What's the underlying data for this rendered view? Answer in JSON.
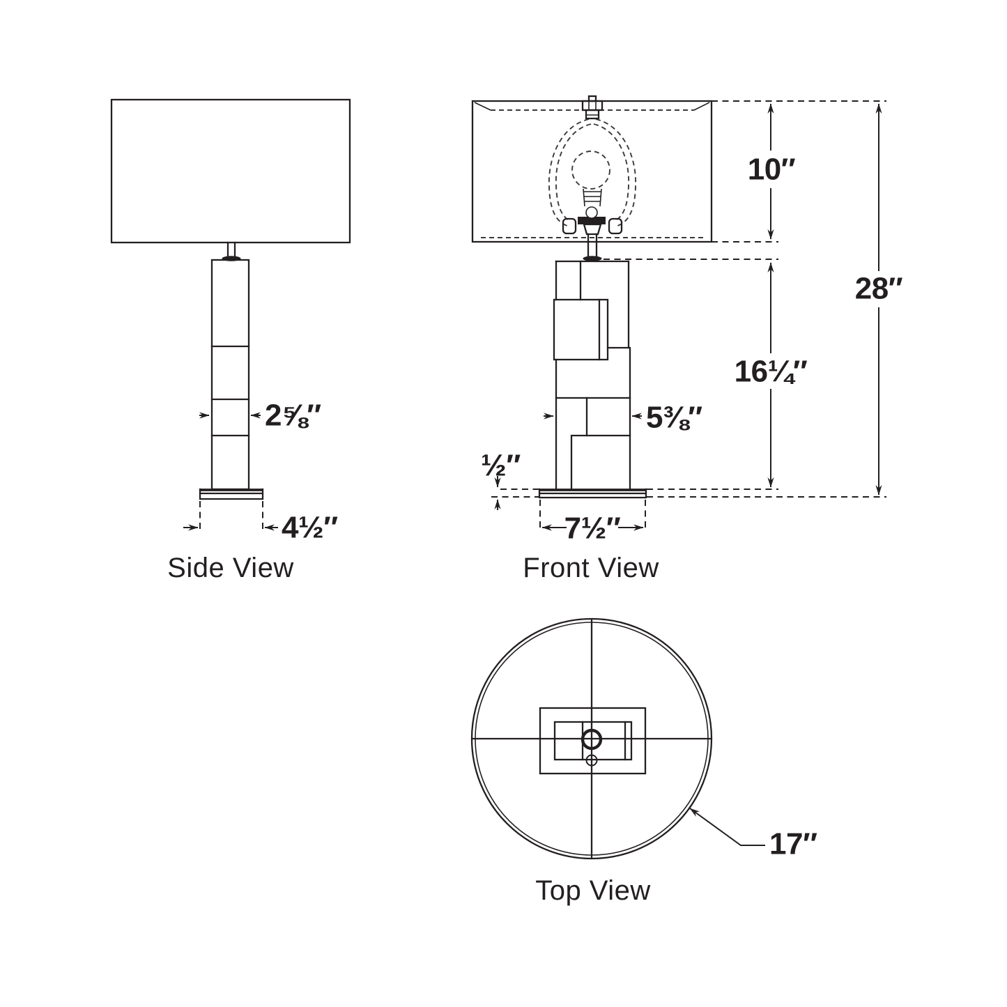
{
  "drawing": {
    "type": "technical-dimension-diagram",
    "subject": "table lamp",
    "line_color": "#231f20",
    "background_color": "#ffffff"
  },
  "views": {
    "side": {
      "label": "Side View",
      "dimensions": {
        "column_width": "2⅝″",
        "base_width": "4½″"
      }
    },
    "front": {
      "label": "Front View",
      "dimensions": {
        "shade_height": "10″",
        "overall_height": "28″",
        "body_height": "16¼″",
        "body_width": "5⅜″",
        "base_thickness": "½″",
        "base_width": "7½″"
      }
    },
    "top": {
      "label": "Top View",
      "dimensions": {
        "shade_diameter": "17″"
      }
    }
  }
}
